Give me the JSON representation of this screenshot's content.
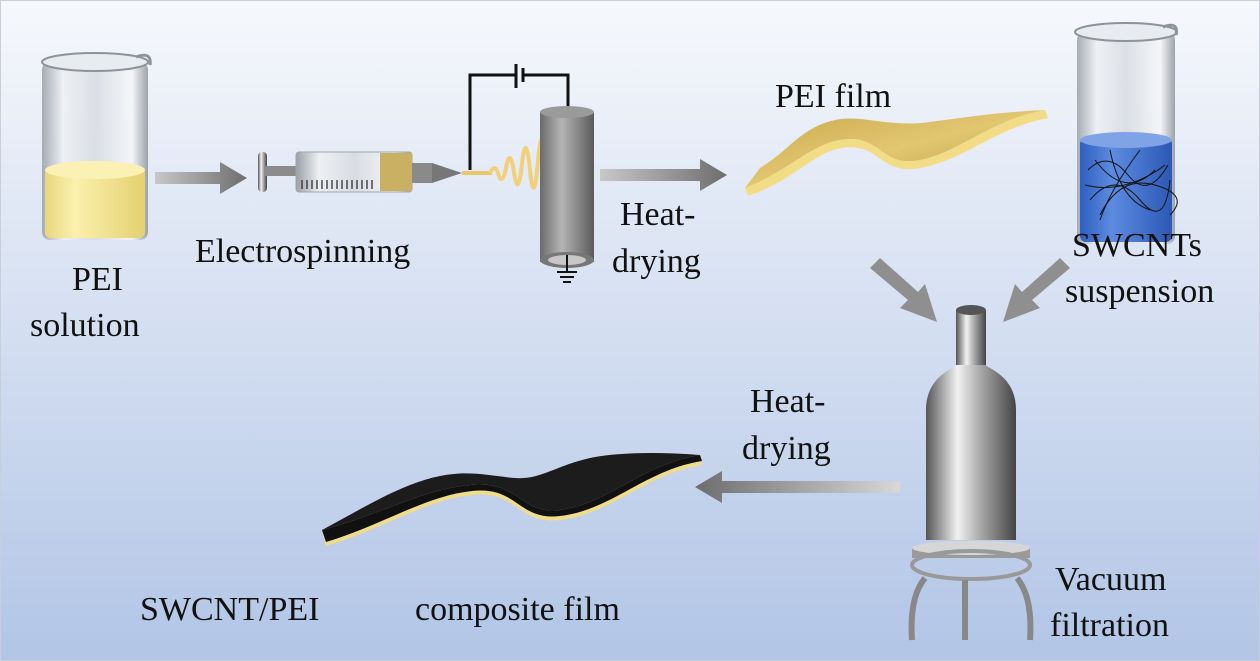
{
  "labels": {
    "pei": "PEI",
    "solution": "solution",
    "electrospinning": "Electrospinning",
    "heat1": "Heat-",
    "drying1": "drying",
    "pei_film": "PEI film",
    "swcnts": "SWCNTs",
    "suspension": "suspension",
    "heat2": "Heat-",
    "drying2": "drying",
    "vacuum": "Vacuum",
    "filtration": "filtration",
    "swcnt_pei": "SWCNT/PEI",
    "composite_film": "composite film"
  },
  "colors": {
    "background_top": "#f4f7fb",
    "background_bottom": "#b2c5e6",
    "pei_yellow": "#d9bd62",
    "solution_yellow": "#f6e79a",
    "swcnt_blue": "#3f6fcf",
    "composite_black": "#151515",
    "metal_gray": "#8a8a8a"
  }
}
